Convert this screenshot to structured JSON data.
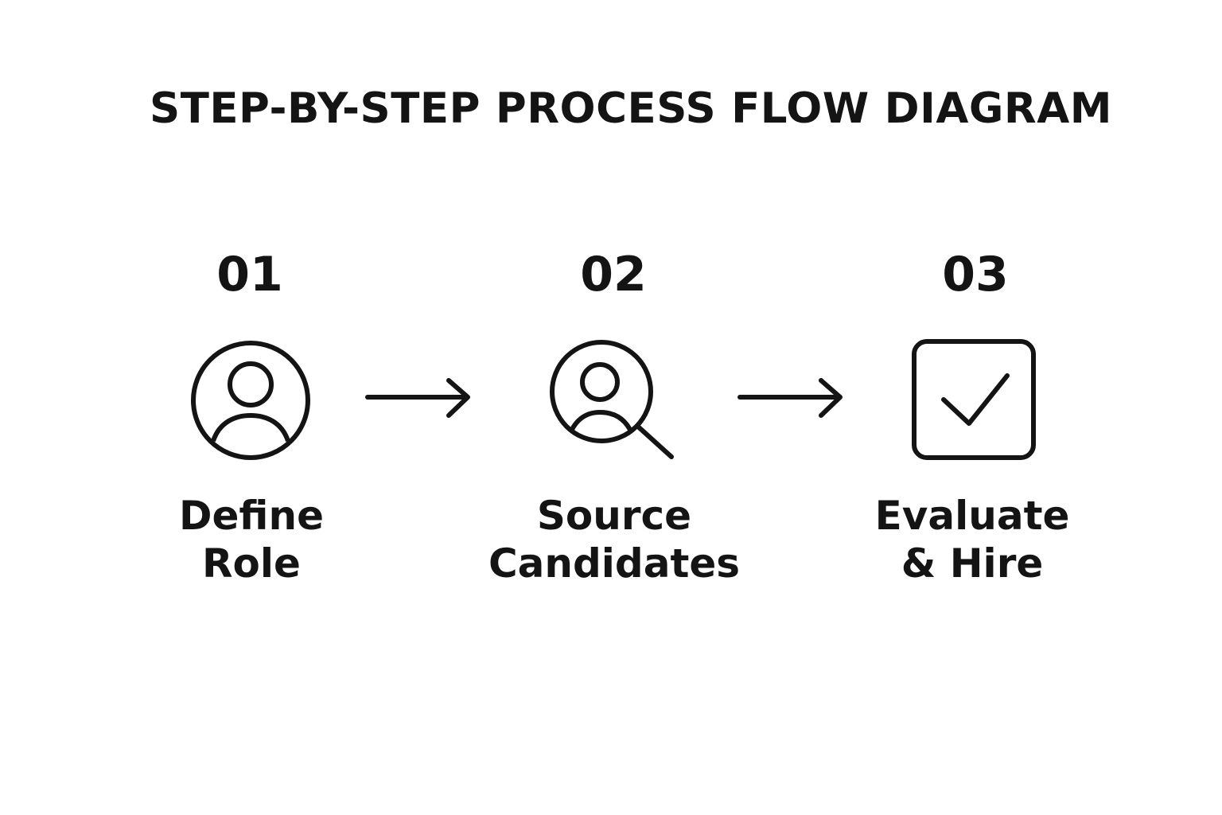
{
  "diagram": {
    "title": "STEP-BY-STEP PROCESS FLOW DIAGRAM",
    "steps": [
      {
        "number": "01",
        "label_line1": "Define",
        "label_line2": "Role",
        "icon": "user-circle-icon"
      },
      {
        "number": "02",
        "label_line1": "Source",
        "label_line2": "Candidates",
        "icon": "user-search-icon"
      },
      {
        "number": "03",
        "label_line1": "Evaluate",
        "label_line2": "& Hire",
        "icon": "checkbox-check-icon"
      }
    ],
    "connector_icon": "arrow-right-icon",
    "colors": {
      "ink": "#141414",
      "background": "#ffffff"
    }
  }
}
